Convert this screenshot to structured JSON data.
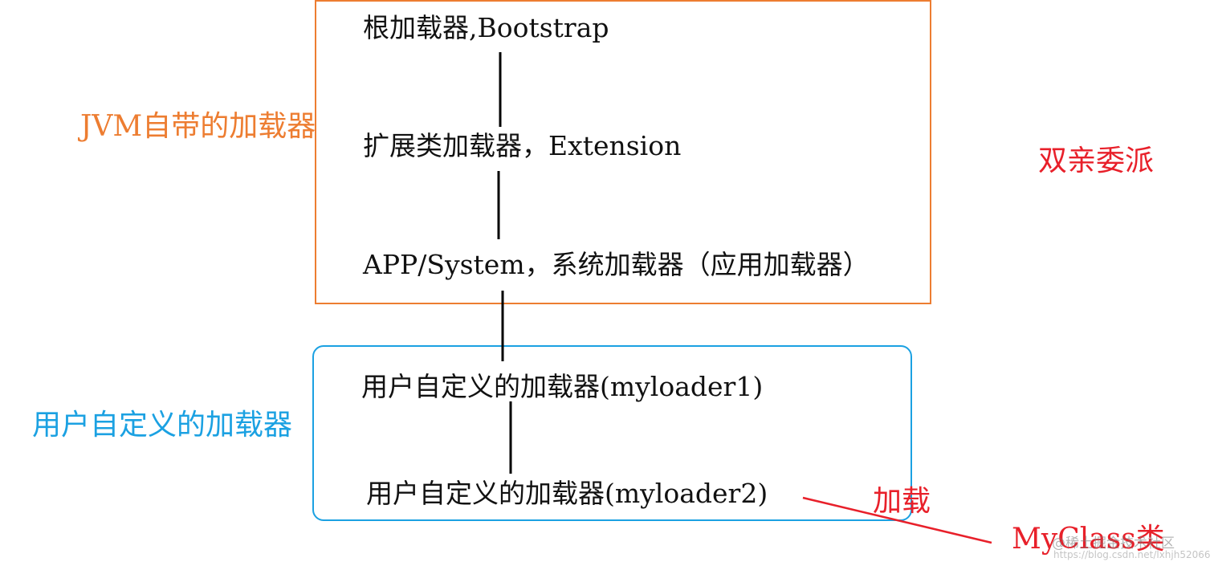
{
  "jvm_group": {
    "title": "JVM自带的加载器",
    "nodes": [
      {
        "label": "根加载器,Bootstrap"
      },
      {
        "label": "扩展类加载器，Extension"
      },
      {
        "label": "APP/System，系统加载器（应用加载器）"
      }
    ]
  },
  "user_group": {
    "title": "用户自定义的加载器",
    "nodes": [
      {
        "label": "用户自定义的加载器(myloader1)"
      },
      {
        "label": "用户自定义的加载器(myloader2)"
      }
    ]
  },
  "parent_delegation": "双亲委派",
  "load_edge_label": "加载",
  "target_class": "MyClass类",
  "watermark": {
    "text": "@稀土掘金技术社区",
    "url": "https://blog.csdn.net/lxhjh52066"
  },
  "colors": {
    "jvm_group": "#ed7d31",
    "user_group": "#1ba1e2",
    "annotation": "#e8202a",
    "connector": "#000000"
  }
}
